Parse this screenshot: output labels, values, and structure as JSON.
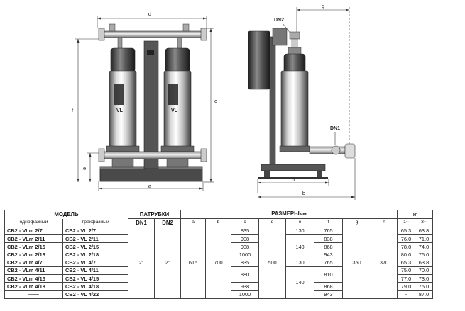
{
  "drawing": {
    "front_view": {
      "dims": {
        "a": "a",
        "c": "c",
        "d": "d",
        "e": "e",
        "f": "f"
      },
      "pump_logo": "VL"
    },
    "side_view": {
      "dims": {
        "b": "b",
        "g": "g",
        "h": "h",
        "dn1": "DN1",
        "dn2": "DN2"
      }
    }
  },
  "table": {
    "headers": {
      "model": "МОДЕЛЬ",
      "single_phase": "однофазный",
      "three_phase": "трехфазный",
      "nozzles": "ПАТРУБКИ",
      "dn1": "DN1",
      "dn2": "DN2",
      "dimensions": "РАЗМЕРЫ",
      "dimensions_unit": "мм",
      "a": "a",
      "b": "b",
      "c": "c",
      "d": "d",
      "e": "e",
      "f": "f",
      "g": "g",
      "h": "h",
      "weight_unit": "кг",
      "w1": "1~",
      "w3": "3~"
    },
    "shared": {
      "dn1": "2\"",
      "dn2": "2\"",
      "a": "615",
      "b": "700",
      "d": "500",
      "g": "350",
      "h": "370"
    },
    "e_values": [
      "130",
      "140",
      "130",
      "140"
    ],
    "rows": [
      {
        "single": "CB2 - VLm 2/7",
        "three": "CB2 - VL 2/7",
        "c": "835",
        "f": "765",
        "w1": "65.3",
        "w3": "63.8"
      },
      {
        "single": "CB2 - VLm 2/11",
        "three": "CB2 - VL 2/11",
        "c": "908",
        "f": "838",
        "w1": "76.0",
        "w3": "71.0"
      },
      {
        "single": "CB2 - VLm 2/15",
        "three": "CB2 - VL 2/15",
        "c": "938",
        "f": "868",
        "w1": "78.0",
        "w3": "74.0"
      },
      {
        "single": "CB2 - VLm 2/18",
        "three": "CB2 - VL 2/18",
        "c": "1000",
        "f": "943",
        "w1": "80.0",
        "w3": "76.0"
      },
      {
        "single": "CB2 - VLm 4/7",
        "three": "CB2 - VL 4/7",
        "c": "835",
        "f": "765",
        "w1": "65.3",
        "w3": "63.8"
      },
      {
        "single": "CB2 - VLm 4/11",
        "three": "CB2 - VL 4/11",
        "c": "880",
        "f": "810",
        "w1": "75.0",
        "w3": "70.0"
      },
      {
        "single": "CB2 - VLm 4/15",
        "three": "CB2 - VL 4/15",
        "c": "",
        "f": "",
        "w1": "77.0",
        "w3": "73.0"
      },
      {
        "single": "CB2 - VLm 4/18",
        "three": "CB2 - VL 4/18",
        "c": "938",
        "f": "868",
        "w1": "79.0",
        "w3": "75.0"
      },
      {
        "single": "——",
        "three": "CB2 - VL 4/22",
        "c": "1000",
        "f": "943",
        "w1": "-",
        "w3": "87.0"
      }
    ]
  }
}
